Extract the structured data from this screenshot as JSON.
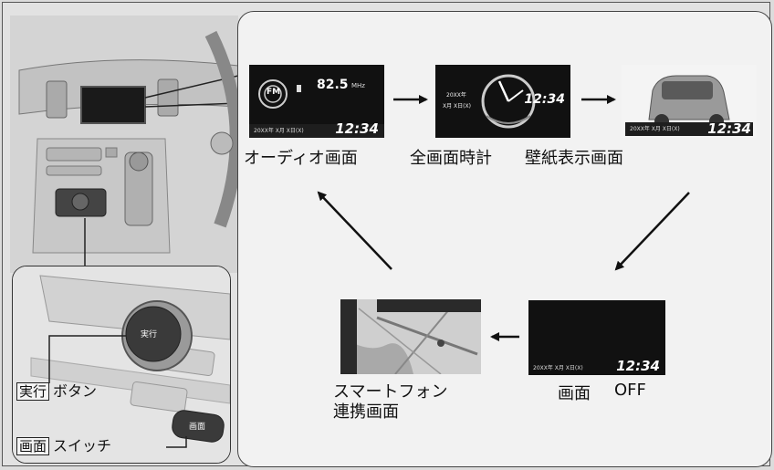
{
  "screens": {
    "audio": {
      "label": "オーディオ画面",
      "freq": "82.5",
      "unit": "MHz",
      "band": "FM",
      "date": "20XX年 X月 X日(X)",
      "time": "12:34"
    },
    "clock": {
      "label": "全画面時計",
      "year": "20XX年",
      "date": "X月 X日(X)",
      "time": "12:34"
    },
    "wallpaper": {
      "label": "壁紙表示画面",
      "date": "20XX年 X月 X日(X)",
      "time": "12:34"
    },
    "off": {
      "label_main": "画面",
      "label_off": "OFF",
      "date": "20XX年 X月 X日(X)",
      "time": "12:34"
    },
    "smartphone": {
      "label_line1": "スマートフォン",
      "label_line2": "連携画面"
    }
  },
  "controls": {
    "exec_box": "実行",
    "exec_text": "ボタン",
    "exec_knob_text": "実行",
    "screen_box": "画面",
    "screen_text": "スイッチ",
    "screen_switch_text": "画面"
  },
  "colors": {
    "screen_bg": "#111111",
    "panel_border": "#444444"
  }
}
